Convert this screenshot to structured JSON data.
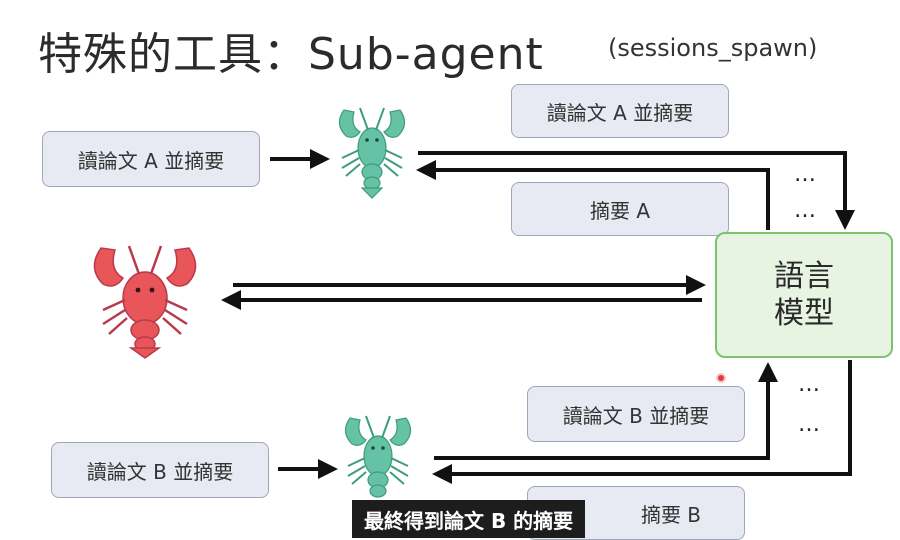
{
  "title": "特殊的工具：Sub-agent",
  "subtitle": "(sessions_spawn)",
  "boxes": {
    "read_a_left": "讀論文 A 並摘要",
    "read_a_top": "讀論文 A 並摘要",
    "summary_a": "摘要 A",
    "read_b_mid": "讀論文 B 並摘要",
    "read_b_left": "讀論文 B 並摘要",
    "summary_b": "摘要 B"
  },
  "llm": {
    "line1": "語言",
    "line2": "模型"
  },
  "dots": "…",
  "caption": "最終得到論文 B 的摘要",
  "colors": {
    "sub_agent": "#66c2a4",
    "main_agent": "#e8565a",
    "llm_fill": "#e7f4e2",
    "llm_border": "#7cc36c",
    "box_fill": "#e8eaf3"
  },
  "icons": {
    "sub_agent_top": "lobster-teal-icon",
    "sub_agent_bottom": "lobster-teal-icon",
    "main_agent": "lobster-red-icon"
  }
}
